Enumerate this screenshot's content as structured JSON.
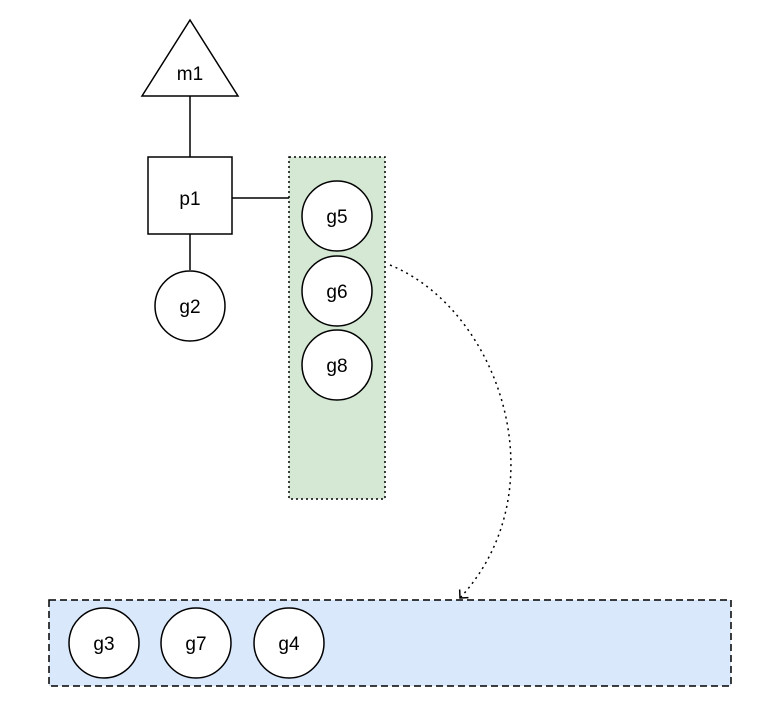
{
  "diagram": {
    "nodes": {
      "m1": "m1",
      "p1": "p1",
      "g2": "g2",
      "g5": "g5",
      "g6": "g6",
      "g8": "g8",
      "g3": "g3",
      "g7": "g7",
      "g4": "g4"
    },
    "colors": {
      "local_queue_fill": "#d5e8d4",
      "global_queue_fill": "#dae8fc",
      "stroke": "#000000",
      "node_fill": "#ffffff"
    }
  }
}
